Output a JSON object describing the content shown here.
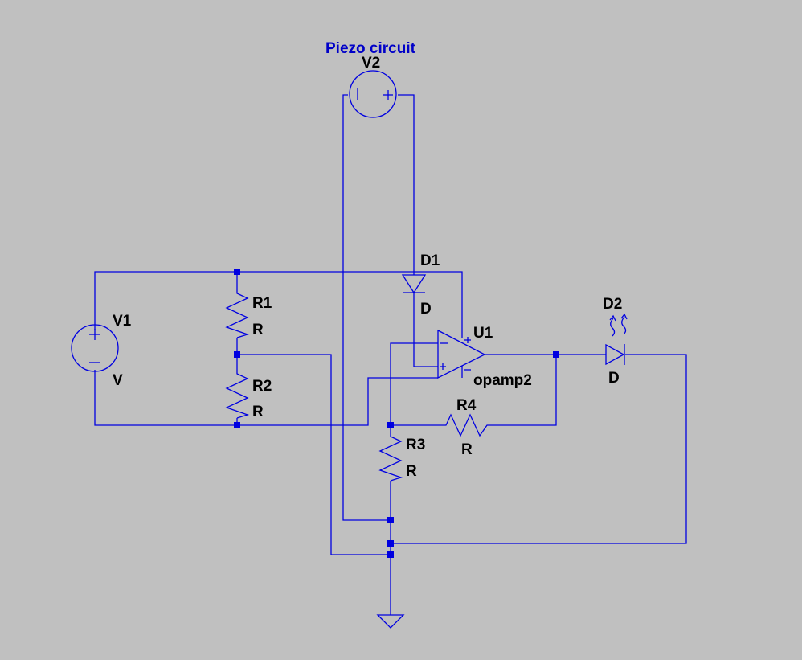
{
  "schematic": {
    "title": "Piezo circuit",
    "components": [
      {
        "ref": "V2",
        "value": ""
      },
      {
        "ref": "V1",
        "value": "V"
      },
      {
        "ref": "R1",
        "value": "R"
      },
      {
        "ref": "R2",
        "value": "R"
      },
      {
        "ref": "R3",
        "value": "R"
      },
      {
        "ref": "R4",
        "value": "R"
      },
      {
        "ref": "D1",
        "value": "D"
      },
      {
        "ref": "D2",
        "value": "D"
      },
      {
        "ref": "U1",
        "value": "opamp2"
      }
    ],
    "pins": {
      "plus": "+",
      "minus": "−",
      "bar": "|"
    }
  }
}
